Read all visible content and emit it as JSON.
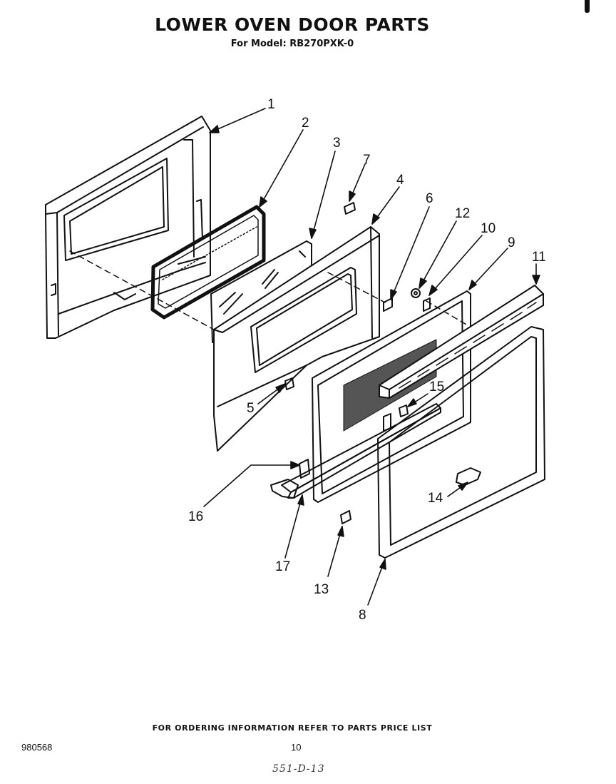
{
  "header": {
    "title": "LOWER OVEN DOOR PARTS",
    "model_line": "For Model: RB270PXK-0"
  },
  "callouts": [
    "1",
    "2",
    "3",
    "4",
    "5",
    "6",
    "7",
    "8",
    "9",
    "10",
    "11",
    "12",
    "13",
    "14",
    "15",
    "16",
    "17"
  ],
  "footer": {
    "ordering_note": "FOR ORDERING INFORMATION REFER TO PARTS PRICE LIST",
    "doc_number": "980568",
    "page_number": "10",
    "handwritten_code": "551-D-13"
  }
}
